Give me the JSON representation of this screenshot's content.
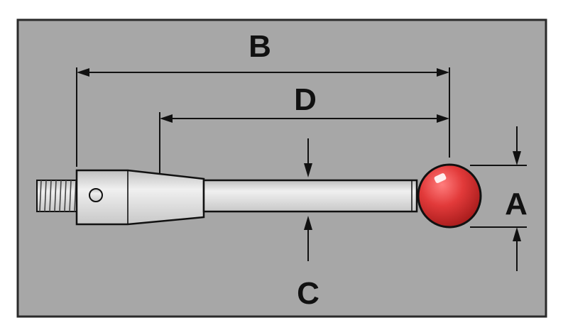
{
  "labels": {
    "overall_length": "B",
    "effective_length": "D",
    "stem_diameter": "C",
    "ball_diameter": "A"
  },
  "colors": {
    "background": "#a7a7a7",
    "frame": "#2a2a2a",
    "metal": "#d9d9d9",
    "line": "#111111",
    "ball": "#e23a3a",
    "ball_highlight": "#ffffff"
  }
}
